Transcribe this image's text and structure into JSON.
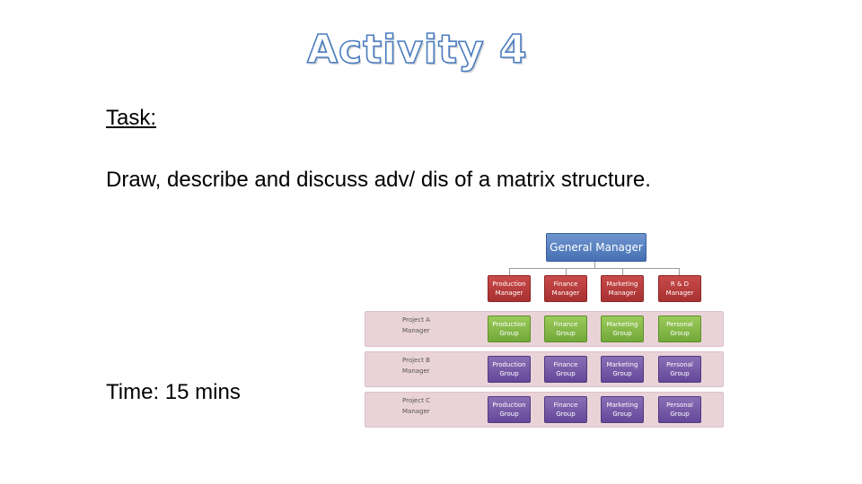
{
  "slide": {
    "title": "Activity 4",
    "task_label": "Task:",
    "task_text": "Draw, describe and discuss adv/ dis of a matrix structure.",
    "time_text": "Time: 15 mins"
  },
  "diagram": {
    "general_manager": "General Manager",
    "functional_managers": [
      {
        "line1": "Production",
        "line2": "Manager"
      },
      {
        "line1": "Finance",
        "line2": "Manager"
      },
      {
        "line1": "Marketing",
        "line2": "Manager"
      },
      {
        "line1": "R & D",
        "line2": "Manager"
      }
    ],
    "projects": [
      {
        "line1": "Project A",
        "line2": "Manager"
      },
      {
        "line1": "Project B",
        "line2": "Manager"
      },
      {
        "line1": "Project C",
        "line2": "Manager"
      }
    ],
    "groups": [
      {
        "line1": "Production",
        "line2": "Group"
      },
      {
        "line1": "Finance",
        "line2": "Group"
      },
      {
        "line1": "Marketing",
        "line2": "Group"
      },
      {
        "line1": "Personal",
        "line2": "Group"
      }
    ],
    "colors": {
      "general_manager": "#4670b3",
      "managers": "#a83131",
      "project_a_groups": "#72a93a",
      "project_b_c_groups": "#64489a",
      "project_band": "#ead3d8",
      "title_outline": "#4a7cc0"
    }
  }
}
